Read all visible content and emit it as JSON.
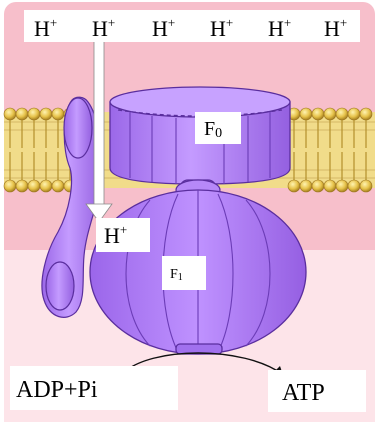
{
  "labels": {
    "top_protons": [
      "H",
      "H",
      "H",
      "H",
      "H",
      "H"
    ],
    "proton_charge": "+",
    "channel_proton": "H",
    "f0": "F",
    "f0_sub": "0",
    "f1": "F",
    "f1_sub": "1",
    "substrate": "ADP+Pi",
    "product": "ATP"
  },
  "colors": {
    "background": "#f7bfcb",
    "membrane_head": "#e6c24a",
    "membrane_tail": "#c9a43a",
    "protein_fill": "#b07cf4",
    "protein_dark": "#8a56d6",
    "protein_outline": "#5a2e9e",
    "label_box": "#ffffff"
  }
}
